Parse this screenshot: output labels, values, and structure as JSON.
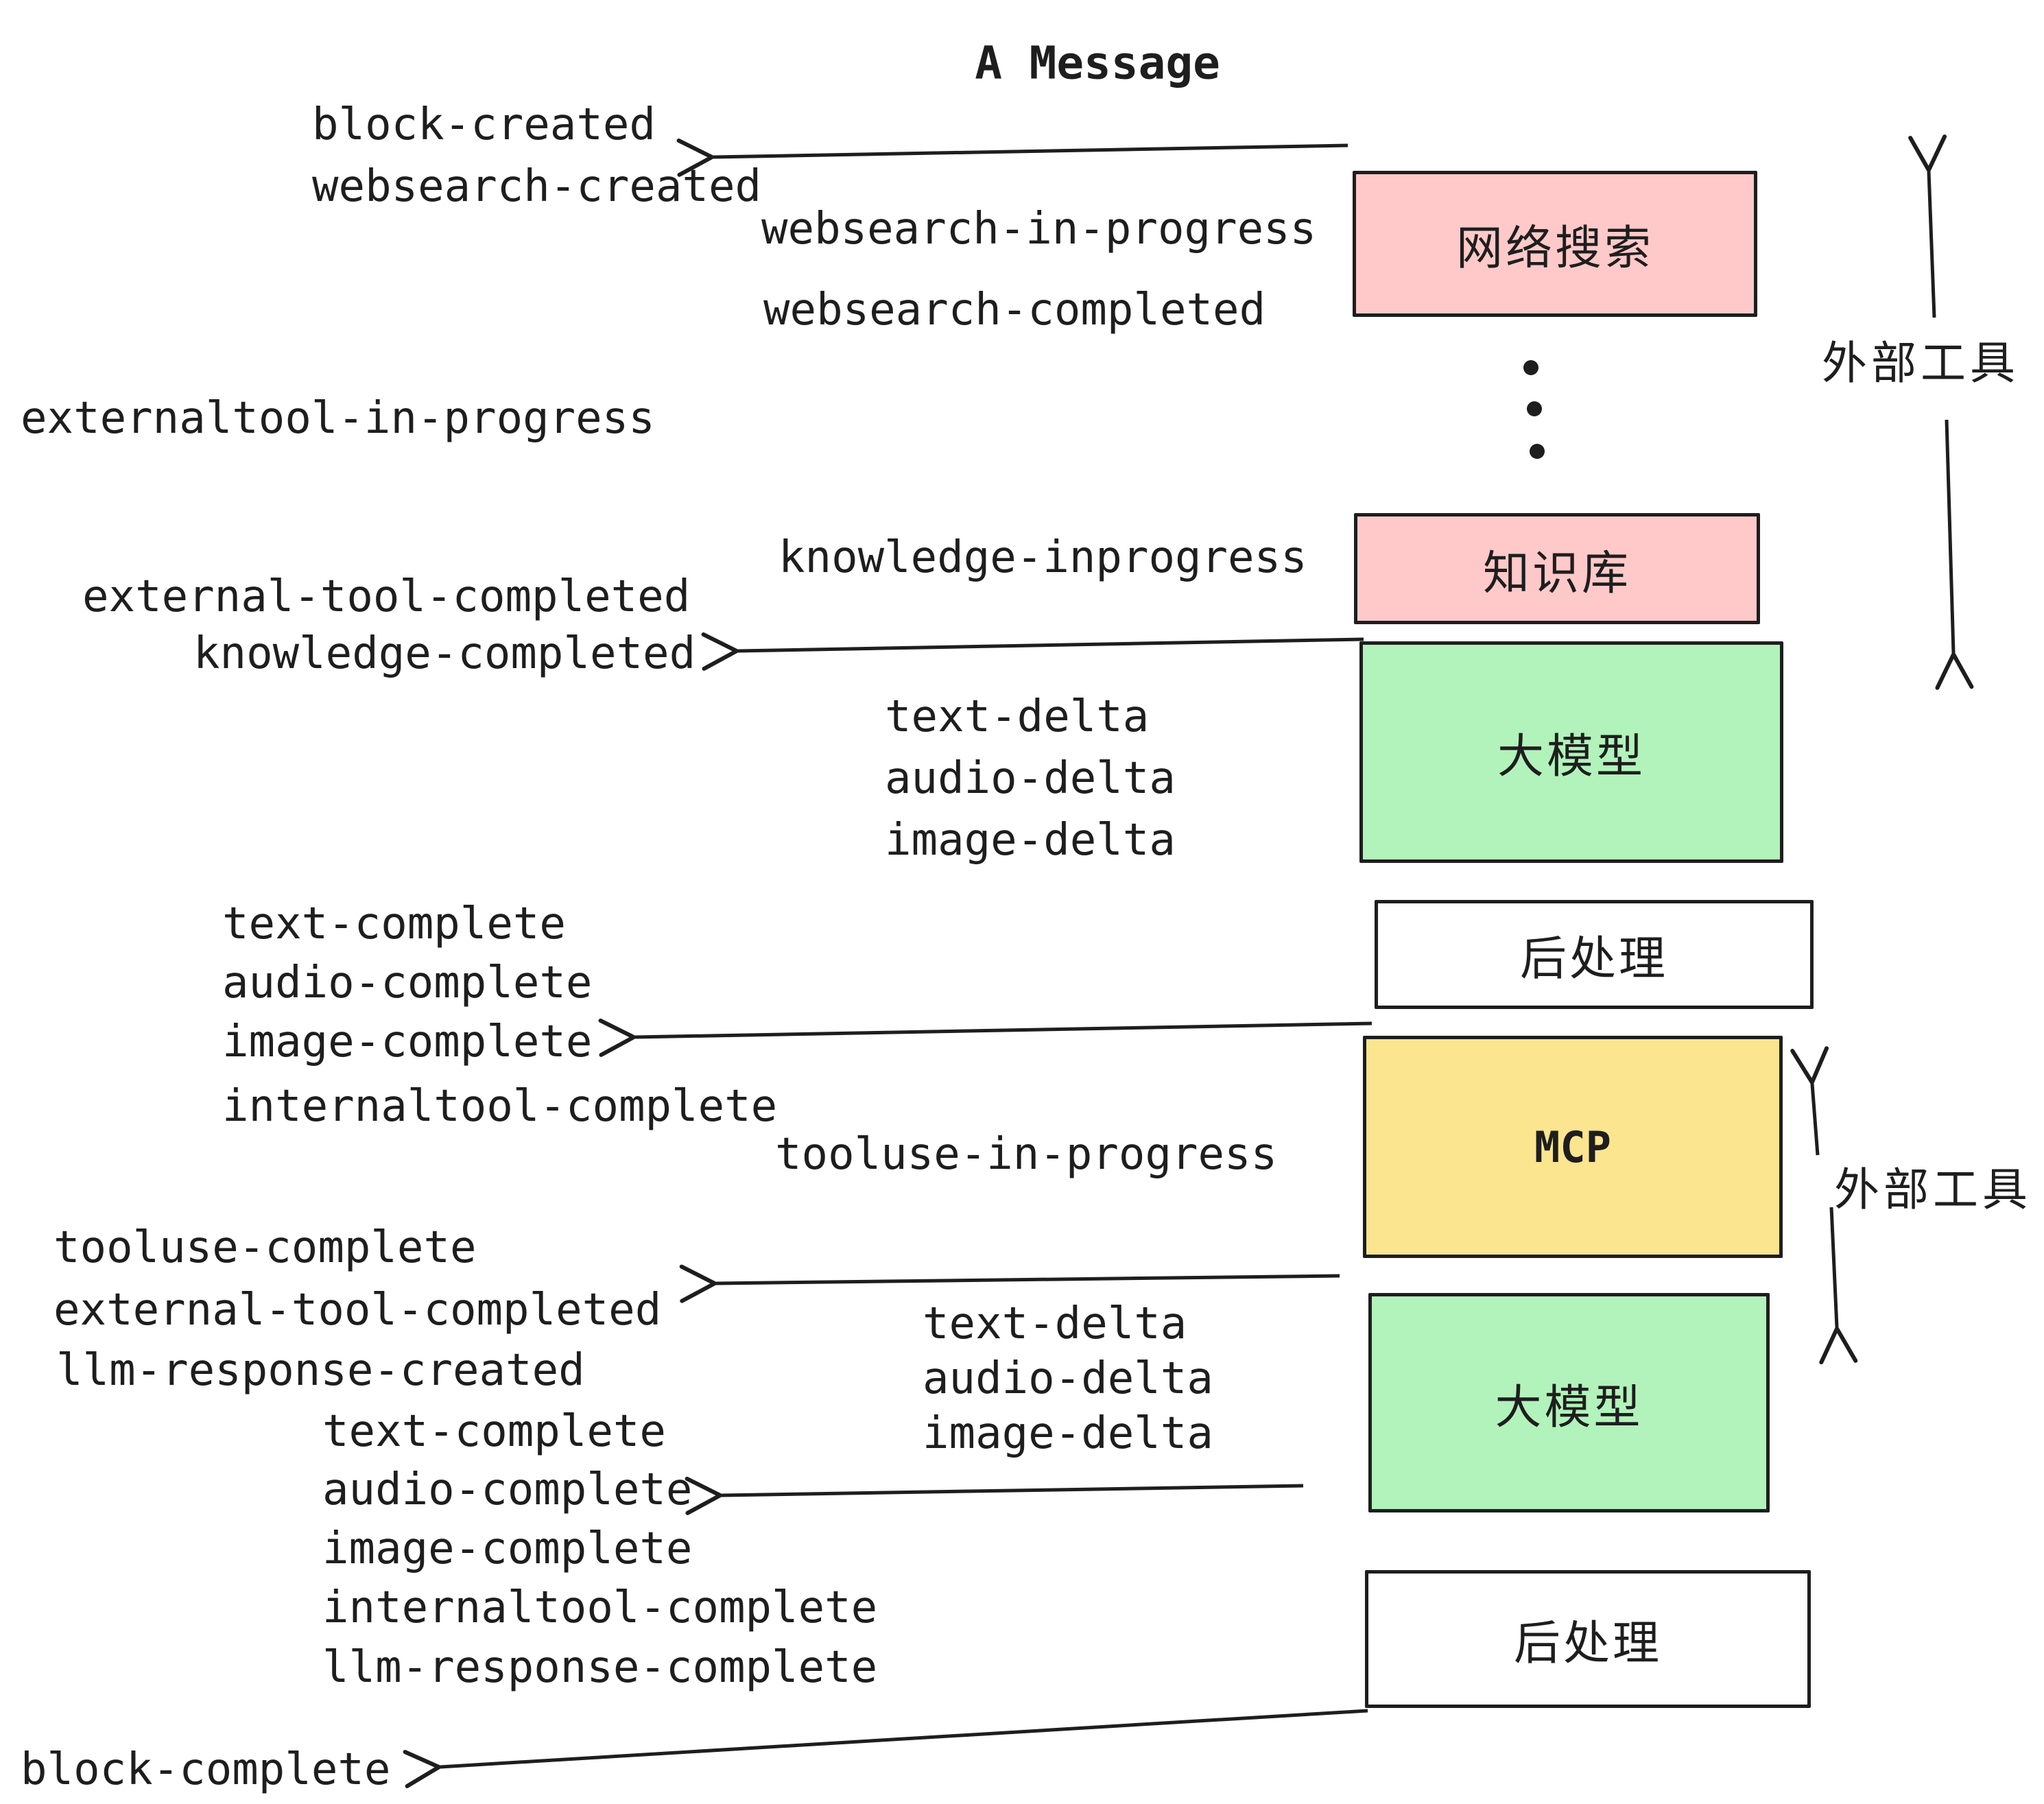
{
  "title": "A Message",
  "colors": {
    "pink": "#ffc9c9",
    "green": "#b2f2bb",
    "yellow": "#fbe58f",
    "white": "#ffffff",
    "ink": "#1e1e1e"
  },
  "boxes": [
    {
      "id": "websearch",
      "label": "网络搜索",
      "color": "pink"
    },
    {
      "id": "knowledge",
      "label": "知识库",
      "color": "pink"
    },
    {
      "id": "llm-1",
      "label": "大模型",
      "color": "green"
    },
    {
      "id": "post-1",
      "label": "后处理",
      "color": "white"
    },
    {
      "id": "mcp",
      "label": "MCP",
      "color": "yellow"
    },
    {
      "id": "llm-2",
      "label": "大模型",
      "color": "green"
    },
    {
      "id": "post-2",
      "label": "后处理",
      "color": "white"
    }
  ],
  "annotations": {
    "top": {
      "label": "外部工具"
    },
    "bottom": {
      "label": "外部工具"
    }
  },
  "events": [
    {
      "label": "block-created"
    },
    {
      "label": "websearch-created"
    },
    {
      "label": "websearch-in-progress"
    },
    {
      "label": "websearch-completed"
    },
    {
      "label": "externaltool-in-progress"
    },
    {
      "label": "knowledge-inprogress"
    },
    {
      "label": "external-tool-completed"
    },
    {
      "label": "knowledge-completed"
    },
    {
      "label": "text-delta"
    },
    {
      "label": "audio-delta"
    },
    {
      "label": "image-delta"
    },
    {
      "label": "text-complete"
    },
    {
      "label": "audio-complete"
    },
    {
      "label": "image-complete"
    },
    {
      "label": "internaltool-complete"
    },
    {
      "label": "tooluse-in-progress"
    },
    {
      "label": "tooluse-complete"
    },
    {
      "label": "external-tool-completed"
    },
    {
      "label": "llm-response-created"
    },
    {
      "label": "text-delta"
    },
    {
      "label": "audio-delta"
    },
    {
      "label": "image-delta"
    },
    {
      "label": "text-complete"
    },
    {
      "label": "audio-complete"
    },
    {
      "label": "image-complete"
    },
    {
      "label": "internaltool-complete"
    },
    {
      "label": "llm-response-complete"
    },
    {
      "label": "block-complete"
    }
  ]
}
